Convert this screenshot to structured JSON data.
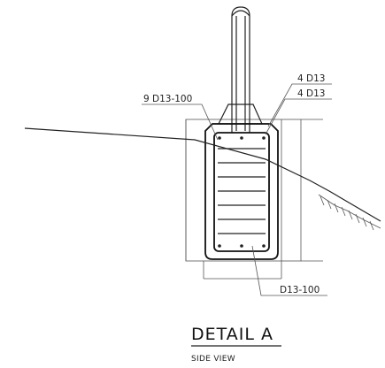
{
  "labels": {
    "top_bars": "4 D13",
    "side_bars": "4 D13",
    "stirrups_left": "9 D13-100",
    "stirrups_bottom": "D13-100"
  },
  "title": {
    "main": "DETAIL A",
    "sub": "SIDE VIEW"
  }
}
